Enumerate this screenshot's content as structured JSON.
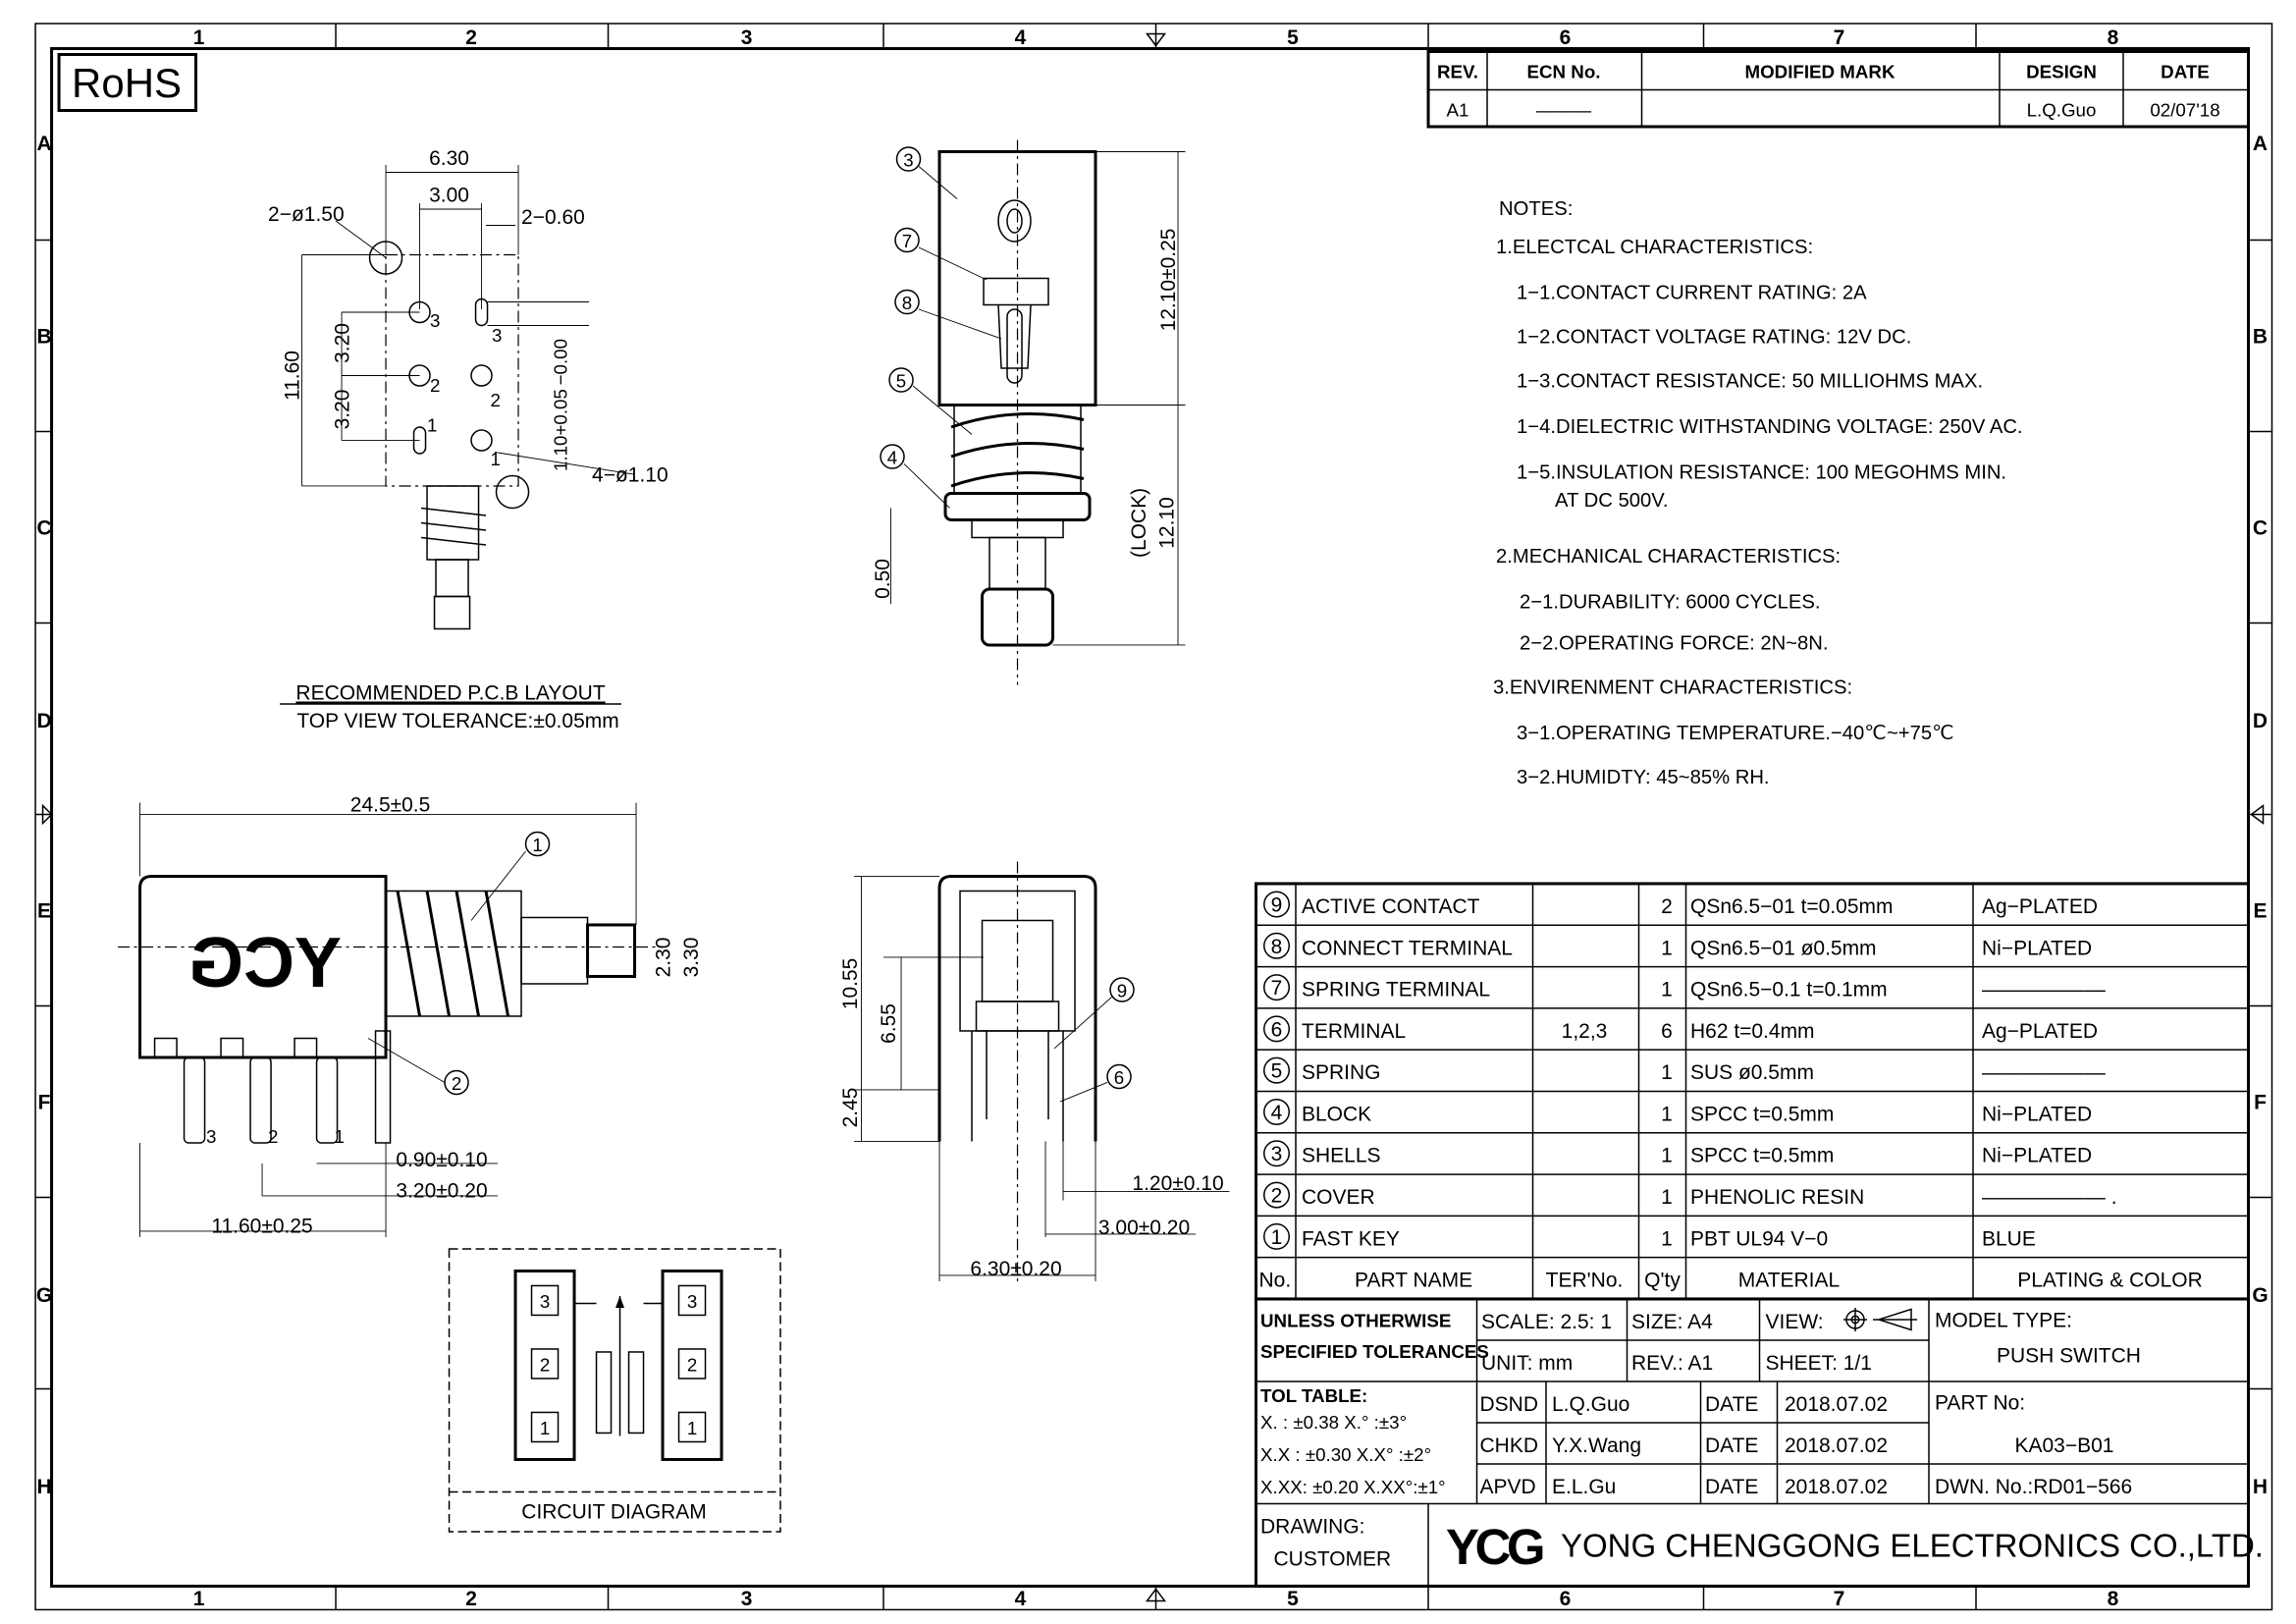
{
  "frame": {
    "columns": [
      "1",
      "2",
      "3",
      "4",
      "5",
      "6",
      "7",
      "8"
    ],
    "rows": [
      "A",
      "B",
      "C",
      "D",
      "E",
      "F",
      "G",
      "H"
    ]
  },
  "rohs": "RoHS",
  "revision_table": {
    "headers": [
      "REV.",
      "ECN No.",
      "MODIFIED MARK",
      "DESIGN",
      "DATE"
    ],
    "row": [
      "A1",
      "———",
      "",
      "L.Q.Guo",
      "02/07'18"
    ]
  },
  "notes": {
    "title": "NOTES:",
    "lines": [
      "1.ELECTCAL  CHARACTERISTICS:",
      "1−1.CONTACT  CURRENT  RATING:    2A",
      "1−2.CONTACT  VOLTAGE  RATING:  12V  DC.",
      "1−3.CONTACT  RESISTANCE:  50  MILLIOHMS  MAX.",
      "1−4.DIELECTRIC  WITHSTANDING  VOLTAGE: 250V  AC.",
      "1−5.INSULATION  RESISTANCE:  100  MEGOHMS  MIN.",
      "AT  DC  500V.",
      "2.MECHANICAL  CHARACTERISTICS:",
      "2−1.DURABILITY:  6000  CYCLES.",
      "2−2.OPERATING  FORCE:  2N~8N.",
      "3.ENVIRENMENT  CHARACTERISTICS:",
      "3−1.OPERATING  TEMPERATURE.−40℃~+75℃",
      "3−2.HUMIDTY: 45~85%  RH."
    ]
  },
  "pcb_layout": {
    "dims": [
      "6.30",
      "3.00",
      "2−ø1.50",
      "2−0.60",
      "11.60",
      "3.20",
      "3.20",
      "1.10+0.05 −0.00",
      "4−ø1.10"
    ],
    "pin_labels": [
      "3",
      "2",
      "1",
      "3",
      "2",
      "1"
    ],
    "caption": "RECOMMENDED  P.C.B  LAYOUT",
    "tolerance": "TOP  VIEW  TOLERANCE:±0.05mm"
  },
  "front_view": {
    "balloons": [
      "3",
      "7",
      "8",
      "5",
      "4"
    ],
    "dims": [
      "12.10±0.25",
      "(LOCK)",
      "12.10",
      "0.50"
    ]
  },
  "side_view": {
    "dims": [
      "24.5±0.5",
      "2.30",
      "3.30",
      "0.90±0.10",
      "3.20±0.20",
      "11.60±0.25"
    ],
    "balloons": [
      "1",
      "2"
    ],
    "terminals": [
      "3",
      "2",
      "1"
    ]
  },
  "end_view": {
    "dims": [
      "10.55",
      "6.55",
      "2.45",
      "1.20±0.10",
      "3.00±0.20",
      "6.30±0.20"
    ],
    "balloons": [
      "9",
      "6"
    ]
  },
  "circuit": {
    "caption": "CIRCUIT  DIAGRAM",
    "pins": [
      "3",
      "2",
      "1",
      "3",
      "2",
      "1"
    ]
  },
  "parts_table": {
    "headers": [
      "No.",
      "PART  NAME",
      "TER'No.",
      "Q'ty",
      "MATERIAL",
      "PLATING  &  COLOR"
    ],
    "rows": [
      {
        "no": "9",
        "name": "ACTIVE  CONTACT",
        "ter": "",
        "qty": "2",
        "material": "QSn6.5−01  t=0.05mm",
        "plating": "Ag−PLATED"
      },
      {
        "no": "8",
        "name": "CONNECT  TERMINAL",
        "ter": "",
        "qty": "1",
        "material": "QSn6.5−01  ø0.5mm",
        "plating": "Ni−PLATED"
      },
      {
        "no": "7",
        "name": "SPRING  TERMINAL",
        "ter": "",
        "qty": "1",
        "material": "QSn6.5−0.1  t=0.1mm",
        "plating": "——————"
      },
      {
        "no": "6",
        "name": "TERMINAL",
        "ter": "1,2,3",
        "qty": "6",
        "material": "H62  t=0.4mm",
        "plating": "Ag−PLATED"
      },
      {
        "no": "5",
        "name": "SPRING",
        "ter": "",
        "qty": "1",
        "material": "SUS  ø0.5mm",
        "plating": "——————"
      },
      {
        "no": "4",
        "name": "BLOCK",
        "ter": "",
        "qty": "1",
        "material": "SPCC  t=0.5mm",
        "plating": "Ni−PLATED"
      },
      {
        "no": "3",
        "name": "SHELLS",
        "ter": "",
        "qty": "1",
        "material": "SPCC  t=0.5mm",
        "plating": "Ni−PLATED"
      },
      {
        "no": "2",
        "name": "COVER",
        "ter": "",
        "qty": "1",
        "material": "PHENOLIC  RESIN",
        "plating": "—————— ."
      },
      {
        "no": "1",
        "name": "FAST  KEY",
        "ter": "",
        "qty": "1",
        "material": "PBT  UL94  V−0",
        "plating": "BLUE"
      }
    ]
  },
  "title_block": {
    "tolerance_note": [
      "UNLESS  OTHERWISE",
      "SPECIFIED  TOLERANCES"
    ],
    "scale": "SCALE: 2.5: 1",
    "size": "SIZE:  A4",
    "view": "VIEW:",
    "unit": "UNIT:  mm",
    "rev": "REV.:  A1",
    "sheet": "SHEET:  1/1",
    "model_type_label": "MODEL  TYPE:",
    "model_type": "PUSH  SWITCH",
    "tol_table_label": "TOL  TABLE:",
    "tol_rows": [
      "X.   :  ±0.38     X.°   :±3°",
      "X.X  :  ±0.30     X.X° :±2°",
      "X.XX:  ±0.20     X.XX°:±1°"
    ],
    "signoffs": [
      {
        "role": "DSND",
        "name": "L.Q.Guo",
        "date_label": "DATE",
        "date": "2018.07.02"
      },
      {
        "role": "CHKD",
        "name": "Y.X.Wang",
        "date_label": "DATE",
        "date": "2018.07.02"
      },
      {
        "role": "APVD",
        "name": "E.L.Gu",
        "date_label": "DATE",
        "date": "2018.07.02"
      }
    ],
    "part_no_label": "PART  No:",
    "part_no": "KA03−B01",
    "dwn_no": "DWN.  No.:RD01−566",
    "drawing_label": "DRAWING:",
    "customer_label": "CUSTOMER",
    "logo": "YCG",
    "company": "YONG  CHENGGONG  ELECTRONICS  CO.,LTD."
  }
}
